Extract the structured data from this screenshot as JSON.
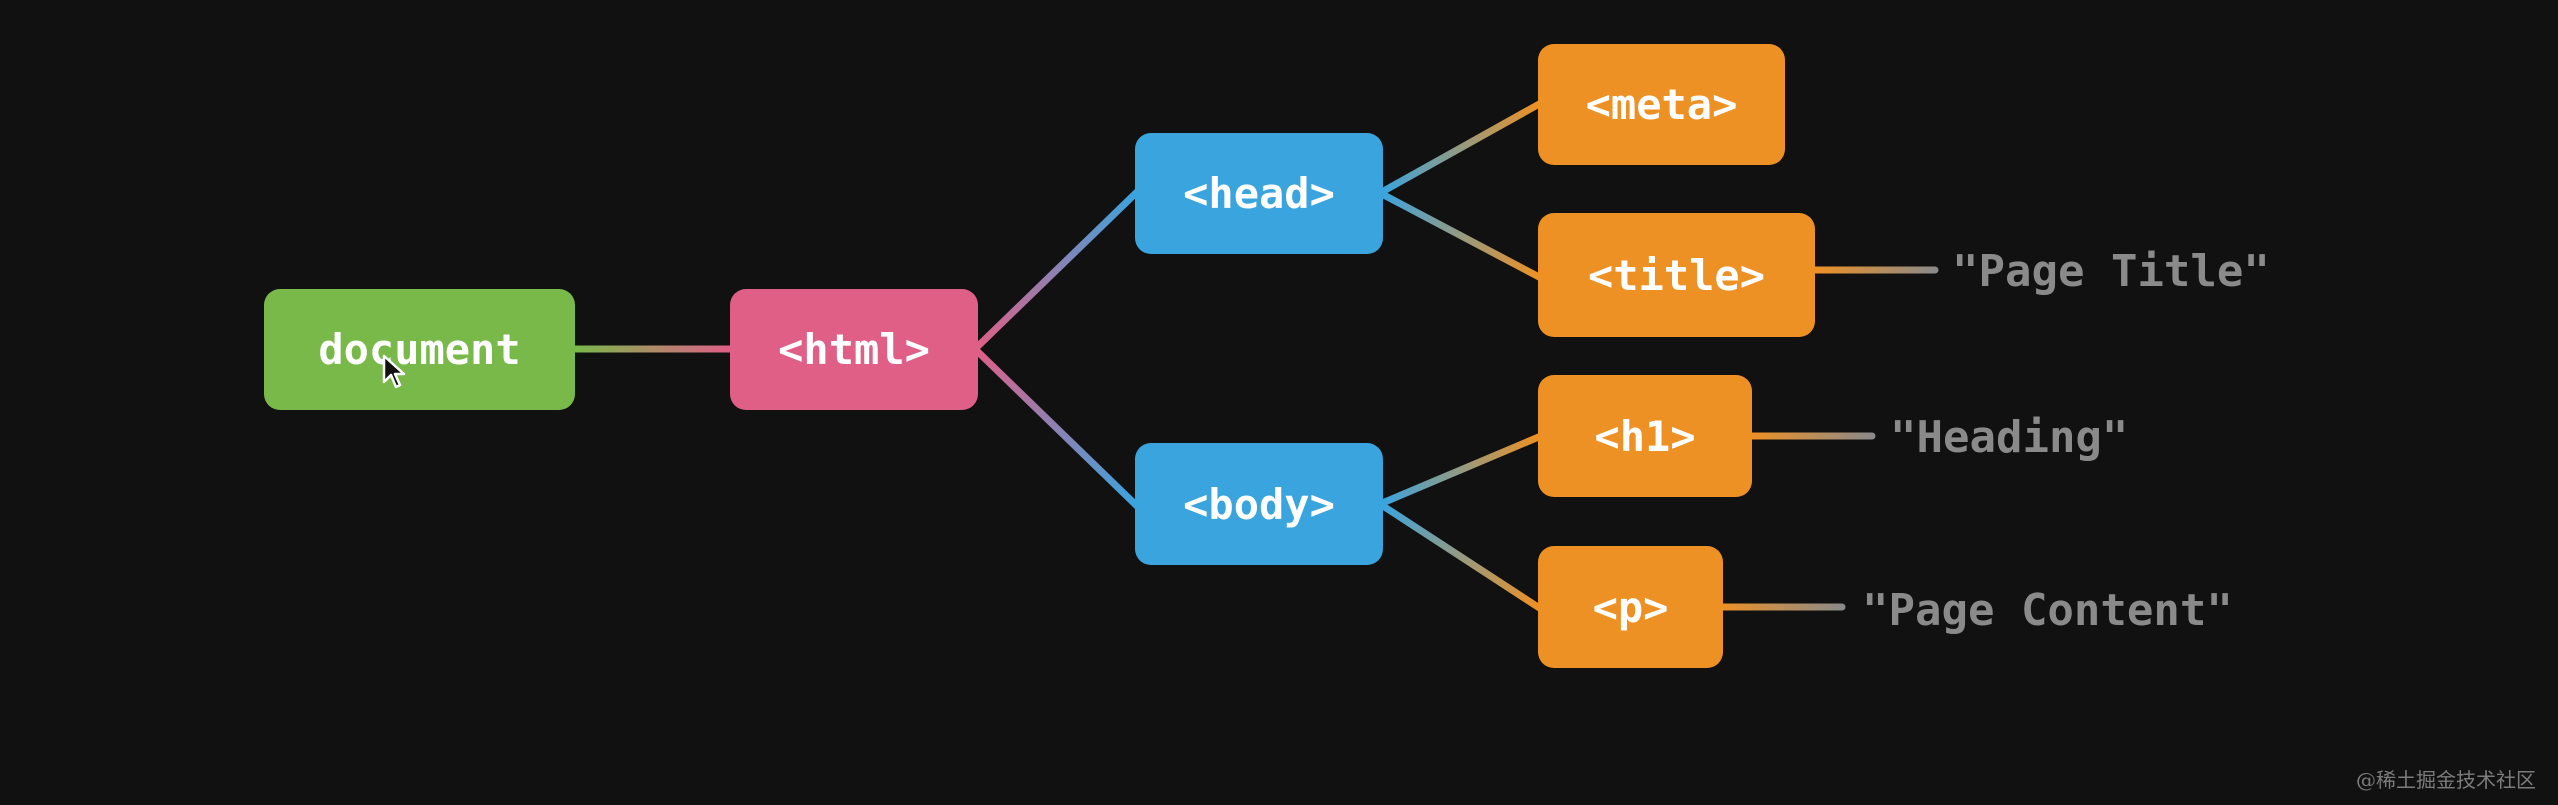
{
  "colors": {
    "background": "#111111",
    "document": "#79b94a",
    "html": "#df5f87",
    "head_body": "#3aa4de",
    "elements": "#ee9125",
    "text_nodes": "#8a8a8a"
  },
  "tree": {
    "document": "document",
    "html": "<html>",
    "head": "<head>",
    "body": "<body>",
    "meta": "<meta>",
    "title": "<title>",
    "h1": "<h1>",
    "p": "<p>",
    "title_text": "\"Page Title\"",
    "h1_text": "\"Heading\"",
    "p_text": "\"Page Content\""
  },
  "watermark": "@稀土掘金技术社区"
}
